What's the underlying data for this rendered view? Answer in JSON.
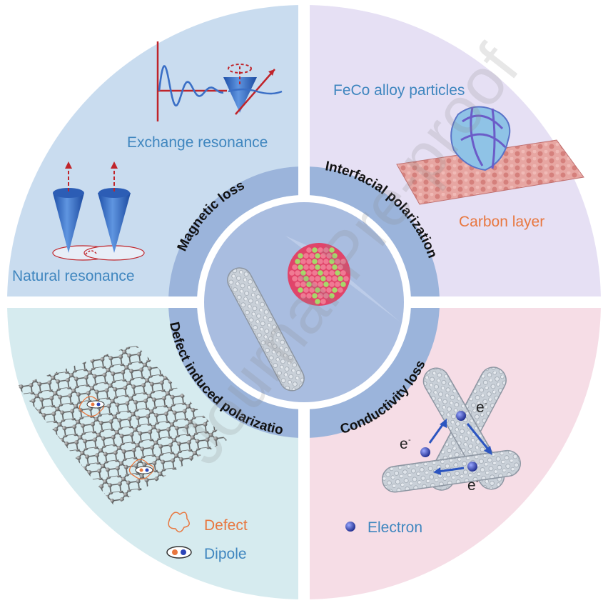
{
  "quadrants": {
    "top_left": {
      "ring_label": "Magnetic loss",
      "exchange_label": "Exchange resonance",
      "natural_label": "Natural resonance",
      "color": "#c9dcef"
    },
    "top_right": {
      "ring_label": "Interfacial polarization",
      "particles_label": "FeCo alloy particles",
      "carbon_label": "Carbon layer",
      "color": "#e6e0f4"
    },
    "bottom_left": {
      "ring_label": "Defect induced polarization",
      "defect_label": "Defect",
      "dipole_label": "Dipole",
      "color": "#d6ebef"
    },
    "bottom_right": {
      "ring_label": "Conductivity loss",
      "electron_label": "Electron",
      "electron_symbol": "e",
      "color": "#f6dde6"
    }
  },
  "watermark": "Journal Pre-proof",
  "colors": {
    "ring": "#9bb4db",
    "center": "#a9bde0",
    "blue_text": "#3f86bf",
    "orange_text": "#e8773f",
    "cone": "#2f68c0",
    "arrow_red": "#c0242a"
  }
}
